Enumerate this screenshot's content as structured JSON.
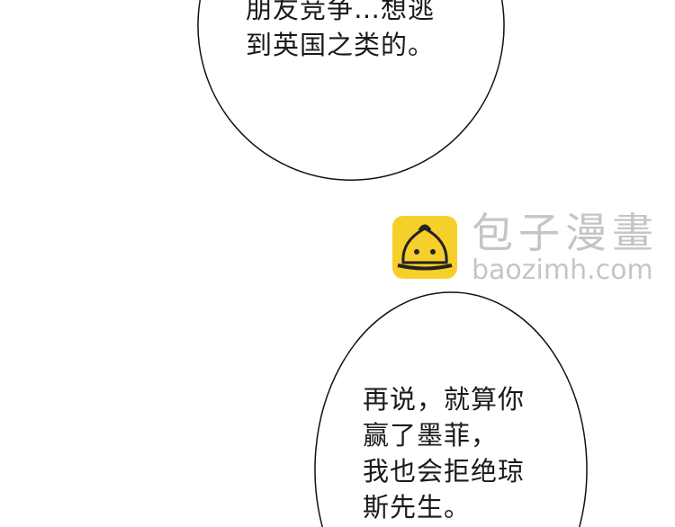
{
  "bubble_top": {
    "lines": [
      "朋友竞争…想逃",
      "到英国之类的。"
    ]
  },
  "bubble_bottom": {
    "lines": [
      "再说，就算你",
      "赢了墨菲，",
      "我也会拒绝琼",
      "斯先生。"
    ]
  },
  "watermark": {
    "title": "包子漫畫",
    "site": "baozimh.com",
    "logo_color": "#f7cf2a"
  }
}
